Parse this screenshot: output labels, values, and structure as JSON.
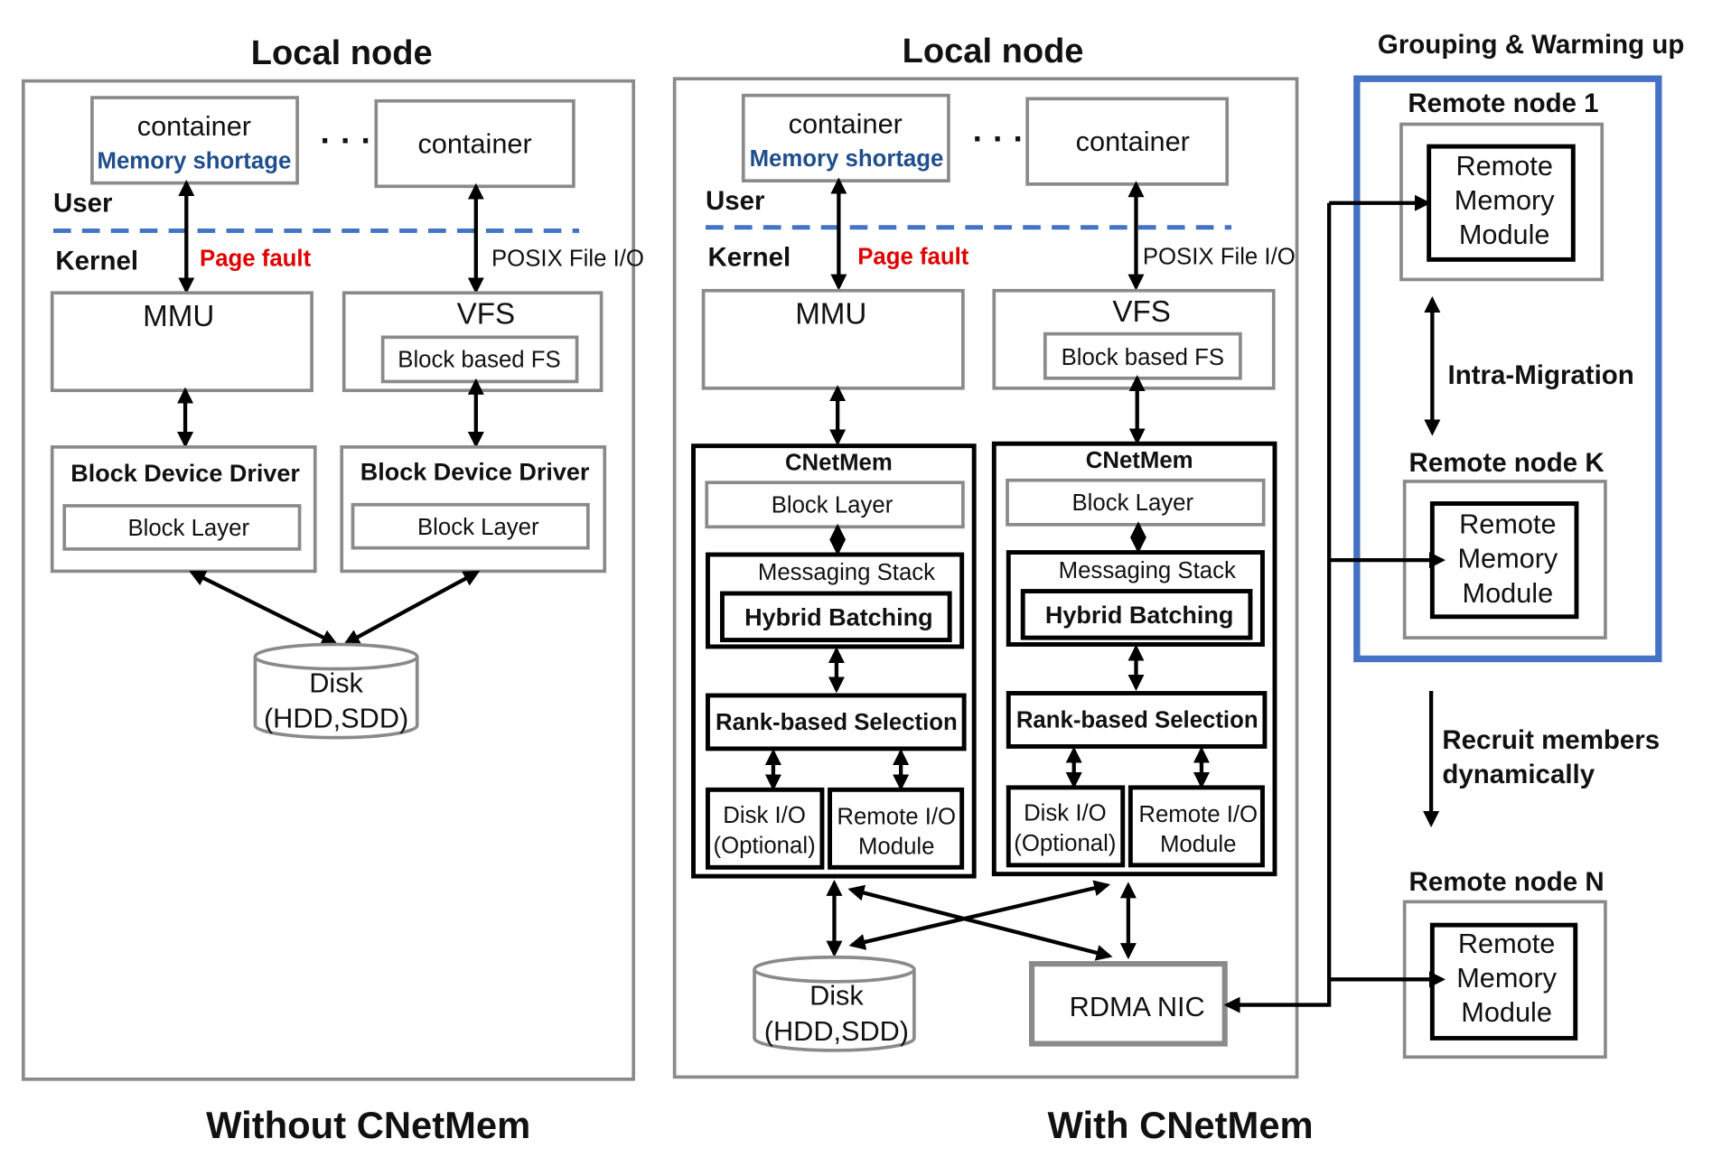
{
  "headers": {
    "left_local": "Local node",
    "right_local": "Local node",
    "grouping": "Grouping & Warming up"
  },
  "captions": {
    "without": "Without CNetMem",
    "with": "With CNetMem"
  },
  "left_panel": {
    "container1": "container",
    "memory_shortage": "Memory shortage",
    "ellipsis": "· · ·",
    "container2": "container",
    "user": "User",
    "kernel": "Kernel",
    "page_fault": "Page fault",
    "posix": "POSIX File I/O",
    "mmu": "MMU",
    "vfs": "VFS",
    "block_fs": "Block based FS",
    "driver1": "Block Device Driver",
    "block_layer1": "Block Layer",
    "driver2": "Block Device Driver",
    "block_layer2": "Block Layer",
    "disk_line1": "Disk",
    "disk_line2": "(HDD,SDD)"
  },
  "right_panel": {
    "container1": "container",
    "memory_shortage": "Memory shortage",
    "ellipsis": "· · ·",
    "container2": "container",
    "user": "User",
    "kernel": "Kernel",
    "page_fault": "Page fault",
    "posix": "POSIX File I/O",
    "mmu": "MMU",
    "vfs": "VFS",
    "block_fs": "Block based FS",
    "stacks": [
      {
        "title": "CNetMem",
        "block_layer": "Block Layer",
        "messaging": "Messaging Stack",
        "hybrid": "Hybrid Batching",
        "rank": "Rank-based Selection",
        "disk_io_1": "Disk I/O",
        "disk_io_2": "(Optional)",
        "remote_io_1": "Remote I/O",
        "remote_io_2": "Module"
      },
      {
        "title": "CNetMem",
        "block_layer": "Block Layer",
        "messaging": "Messaging Stack",
        "hybrid": "Hybrid Batching",
        "rank": "Rank-based Selection",
        "disk_io_1": "Disk I/O",
        "disk_io_2": "(Optional)",
        "remote_io_1": "Remote I/O",
        "remote_io_2": "Module"
      }
    ],
    "disk_line1": "Disk",
    "disk_line2": "(HDD,SDD)",
    "rdma": "RDMA NIC"
  },
  "remote": {
    "node1": "Remote node 1",
    "nodeK": "Remote node K",
    "nodeN": "Remote node N",
    "module_line1": "Remote",
    "module_line2": "Memory",
    "module_line3": "Module",
    "intra": "Intra-Migration",
    "recruit1": "Recruit members",
    "recruit2": "dynamically"
  },
  "colors": {
    "group_border": "#4472c4",
    "memory_shortage": "#1f4e8c",
    "page_fault": "#e00000",
    "grey_border": "#8a8a8a"
  }
}
